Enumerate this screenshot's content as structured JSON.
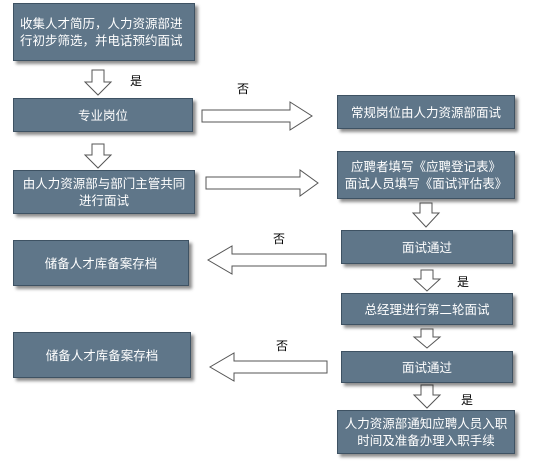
{
  "colors": {
    "box_fill": "#5f7689",
    "box_text": "#ffffff",
    "arrow_fill": "#ffffff",
    "arrow_stroke": "#555555"
  },
  "boxes": {
    "collect": "收集人才简历，人力资源部进\n行初步筛选，并电话预约面试",
    "professional": "专业岗位",
    "hr_dept_interview": "由人力资源部与部门主管共同\n进行面试",
    "reserve_1": "储备人才库备案存档",
    "reserve_2": "储备人才库备案存档",
    "regular": "常规岗位由人力资源部面试",
    "fill_forms": "应聘者填写《应聘登记表》\n面试人员填写《面试评估表》",
    "pass_1": "面试通过",
    "gm_round2": "总经理进行第二轮面试",
    "pass_2": "面试通过",
    "notify": "人力资源部通知应聘人员入职\n时间及准备办理入职手续"
  },
  "labels": {
    "yes_1": "是",
    "no_1": "否",
    "no_2": "否",
    "yes_2": "是",
    "no_3": "否",
    "yes_3": "是"
  }
}
